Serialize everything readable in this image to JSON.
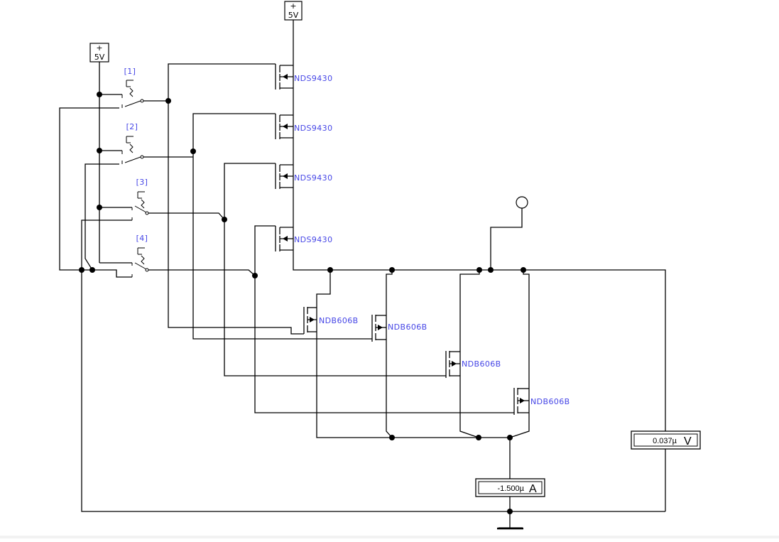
{
  "sources": [
    {
      "id": "vcc-top",
      "plus": "+",
      "label": "5V"
    },
    {
      "id": "vcc-left",
      "plus": "+",
      "label": "5V"
    }
  ],
  "switches": [
    "[1]",
    "[2]",
    "[3]",
    "[4]"
  ],
  "pmos": [
    "NDS9430",
    "NDS9430",
    "NDS9430",
    "NDS9430"
  ],
  "nmos": [
    "NDB606B",
    "NDB606B",
    "NDB606B",
    "NDB606B"
  ],
  "ammeter": {
    "value": "-1.500µ",
    "unit": "A"
  },
  "voltmeter": {
    "value": "0.037µ",
    "unit": "V"
  },
  "colors": {
    "wire": "#000000",
    "component_label": "#4646e6",
    "background": "#ffffff"
  }
}
